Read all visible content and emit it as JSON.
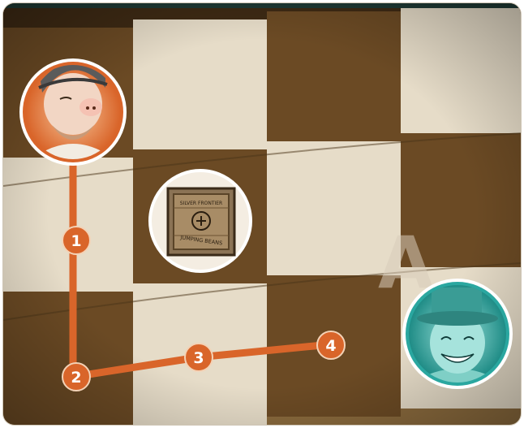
{
  "board": {
    "wall_letter": "A",
    "colors": {
      "dark_square": "#6b4a24",
      "light_square": "#e6dcc8",
      "path_orange": "#d9652a",
      "token_orange_ring": "#d9652a",
      "token_teal_ring": "#2aa7a0"
    }
  },
  "path_steps": [
    "1",
    "2",
    "3",
    "4"
  ],
  "tokens": {
    "orange_character": {
      "icon": "bearded-man-with-cap-icon"
    },
    "teal_character": {
      "icon": "grinning-man-with-top-hat-icon"
    },
    "crate": {
      "icon": "wooden-crate-icon",
      "stamp_top": "SILVER FRONTIER",
      "stamp_bottom": "JUMPING BEANS"
    }
  }
}
